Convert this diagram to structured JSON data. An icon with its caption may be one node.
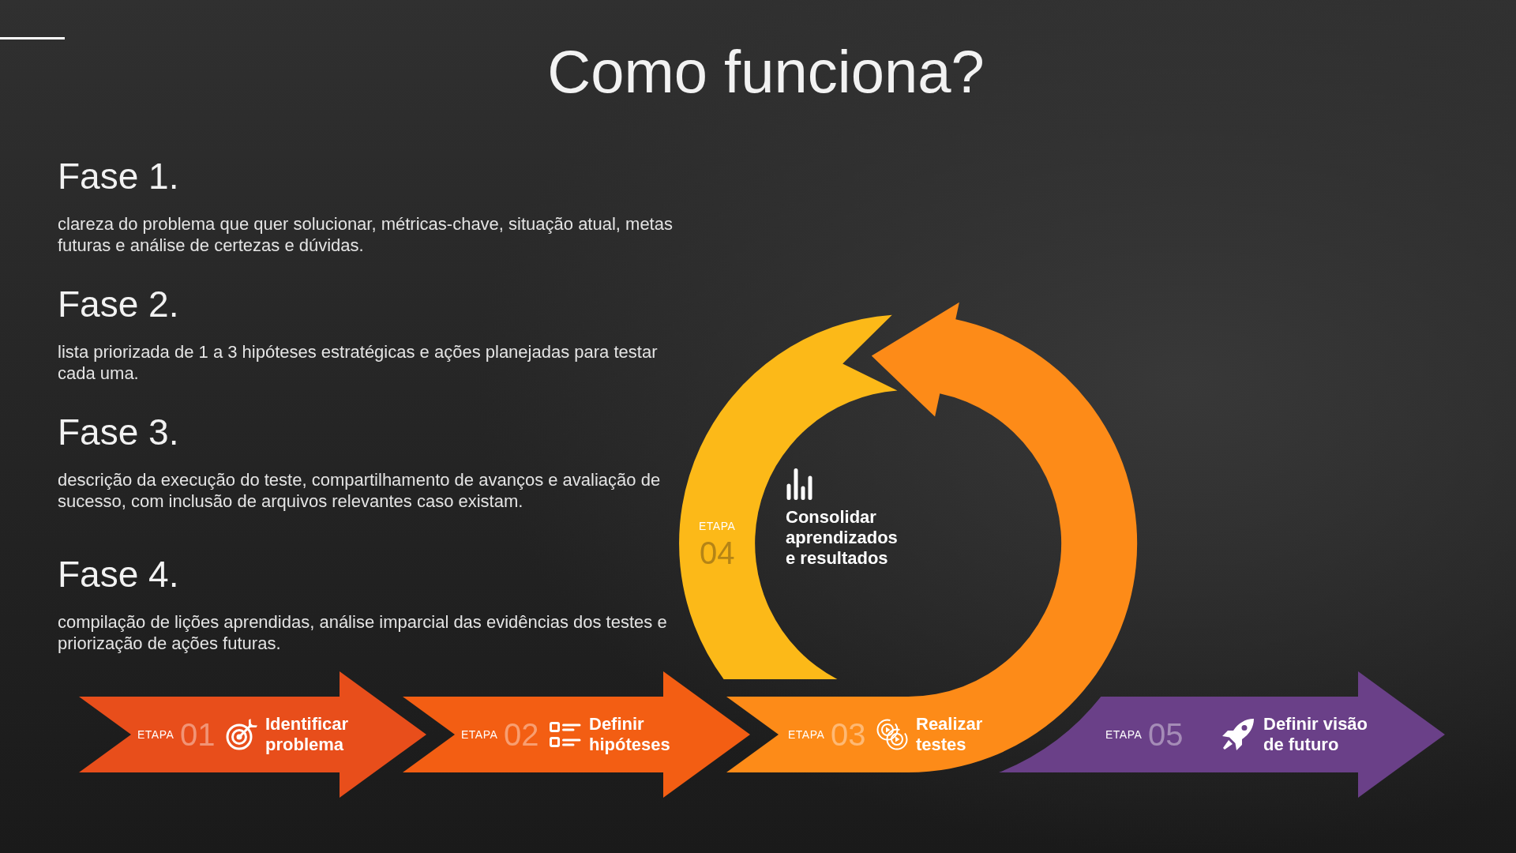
{
  "diagram": {
    "title": "Como funciona?",
    "nodes": [
      {
        "text": [
          "ETAPA",
          "01",
          "Identificar problema"
        ]
      },
      {
        "text": [
          "ETAPA",
          "02",
          "Definir hipóteses"
        ]
      },
      {
        "text": [
          "ETAPA",
          "03",
          "Realizar testes"
        ]
      },
      {
        "text": [
          "ETAPA",
          "04",
          "Consolidar aprendizados e resultados"
        ]
      },
      {
        "text": [
          "ETAPA",
          "05",
          "Definir visão de futuro"
        ]
      }
    ],
    "labels": [
      "Fase 1.",
      "clareza do problema que quer solucionar, métricas-chave, situação atual, metas futuras e análise de certezas e dúvidas.",
      "Fase 2.",
      "lista priorizada de 1 a 3 hipóteses estratégicas e ações planejadas para testar cada uma.",
      "Fase 3.",
      "descrição da execução do teste, compartilhamento de avanços e avaliação de sucesso, com inclusão de arquivos relevantes caso existam.",
      "Fase 4.",
      "compilação de lições aprendidas, análise imparcial das evidências dos testes e priorização de ações futuras."
    ]
  }
}
